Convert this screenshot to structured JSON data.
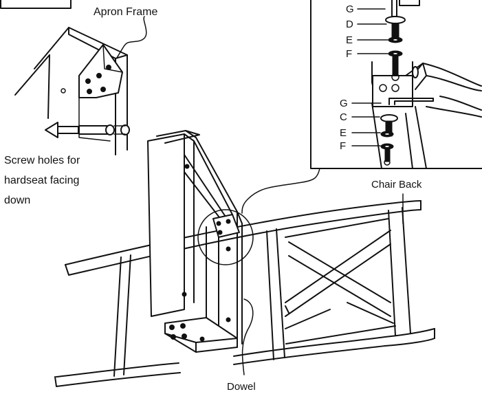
{
  "labels": {
    "apron_frame": "Apron Frame",
    "screw_holes_line1": "Screw holes for",
    "screw_holes_line2": "hardseat facing",
    "screw_holes_line3": "down",
    "chair_back": "Chair Back",
    "dowel": "Dowel"
  },
  "detail": {
    "top_stack": [
      "G",
      "D",
      "E",
      "F"
    ],
    "bottom_stack": [
      "G",
      "C",
      "E",
      "F"
    ]
  },
  "colors": {
    "line": "#111111",
    "background": "#ffffff"
  }
}
